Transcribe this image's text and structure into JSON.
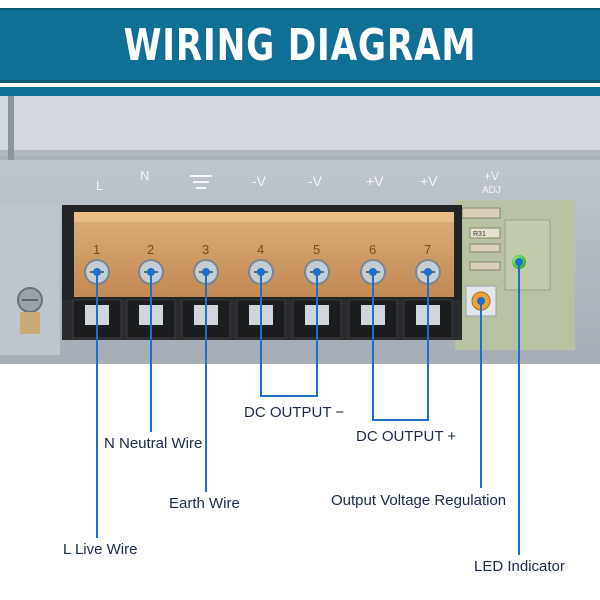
{
  "title": "WIRING DIAGRAM",
  "device": {
    "silkscreen": [
      "L",
      "N",
      "-V",
      "-V",
      "+V",
      "+V",
      "+V",
      "ADJ"
    ],
    "terminal_numbers": [
      "1",
      "2",
      "3",
      "4",
      "5",
      "6",
      "7"
    ],
    "board_parts": [
      "R31"
    ]
  },
  "labels": {
    "dc_output_minus": "DC OUTPUT −",
    "neutral_wire": "N Neutral Wire",
    "dc_output_plus": "DC OUTPUT +",
    "earth_wire": "Earth Wire",
    "output_voltage_regulation": "Output Voltage Regulation",
    "live_wire": "L Live Wire",
    "led_indicator": "LED Indicator"
  },
  "colors": {
    "banner": "#0f6f94",
    "leader_line": "#1e6fc7",
    "terminal_cover": "#d9a36a",
    "label_text": "#1a2a4a"
  }
}
